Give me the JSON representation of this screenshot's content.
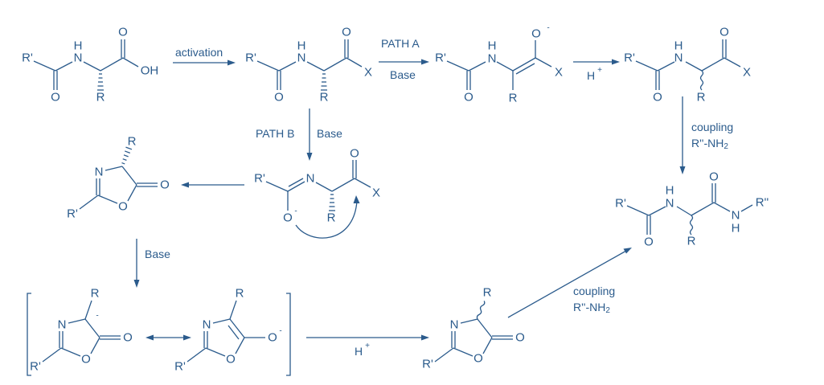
{
  "color": "#2b5b8c",
  "reagents": {
    "activation": "activation",
    "path_a": "PATH A",
    "base_a": "Base",
    "h_plus_1": {
      "base": "H",
      "charge": "+"
    },
    "coupling_1": "coupling",
    "amine_1": {
      "base": "R''-NH",
      "sub": "2"
    },
    "path_b": "PATH B",
    "base_b": "Base",
    "base_c": "Base",
    "h_plus_2": {
      "base": "H",
      "charge": "+"
    },
    "coupling_2": "coupling",
    "amine_2": {
      "base": "R''-NH",
      "sub": "2"
    }
  },
  "molecules": {
    "acid": {
      "r1": "R'",
      "o1": "O",
      "n": "N",
      "h": "H",
      "r": "R",
      "o2": "O",
      "oh": "OH"
    },
    "activated": {
      "r1": "R'",
      "o1": "O",
      "n": "N",
      "h": "H",
      "r": "R",
      "o2": "O",
      "x": "X"
    },
    "enolate": {
      "r1": "R'",
      "o1": "O",
      "n": "N",
      "h": "H",
      "r": "R",
      "o2": "O",
      "charge": "-",
      "x": "X"
    },
    "racemic_activated": {
      "r1": "R'",
      "o1": "O",
      "n": "N",
      "h": "H",
      "r": "R",
      "o2": "O",
      "x": "X"
    },
    "product": {
      "r1": "R'",
      "o1": "O",
      "n": "N",
      "h": "H",
      "r": "R",
      "o2": "O",
      "n2": "N",
      "h2": "H",
      "r2": "R''"
    },
    "imidate": {
      "r1": "R'",
      "o1": "O",
      "charge": "-",
      "n": "N",
      "r": "R",
      "o2": "O",
      "x": "X"
    },
    "oxazolone": {
      "r": "R",
      "n": "N",
      "o_exo": "O",
      "r1": "R'",
      "o_ring": "O"
    },
    "carbanion": {
      "r": "R",
      "charge": "-",
      "n": "N",
      "o_exo": "O",
      "r1": "R'",
      "o_ring": "O"
    },
    "enolate_oxazole": {
      "r": "R",
      "n": "N",
      "o_exo": "O",
      "charge": "-",
      "r1": "R'",
      "o_ring": "O"
    },
    "racemic_oxazolone": {
      "r": "R",
      "n": "N",
      "o_exo": "O",
      "r1": "R'",
      "o_ring": "O"
    }
  }
}
